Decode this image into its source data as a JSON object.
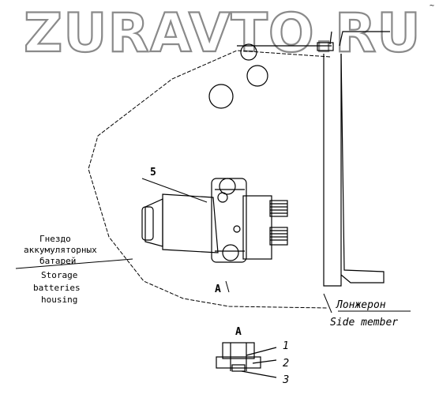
{
  "watermark": "ZURAVTO.RU",
  "corner_mark": "~",
  "labels": {
    "battery_housing_ru_1": "Гнездо",
    "battery_housing_ru_2": "аккумуляторных",
    "battery_housing_ru_3": "батарей",
    "battery_housing_en_1": "Storage",
    "battery_housing_en_2": "batteries",
    "battery_housing_en_3": "housing",
    "side_member_ru": "Лонжерон",
    "side_member_en": "Side member",
    "view_marker": "A",
    "view_title": "A",
    "callout_5": "5",
    "callout_1": "1",
    "callout_2": "2",
    "callout_3": "3"
  }
}
